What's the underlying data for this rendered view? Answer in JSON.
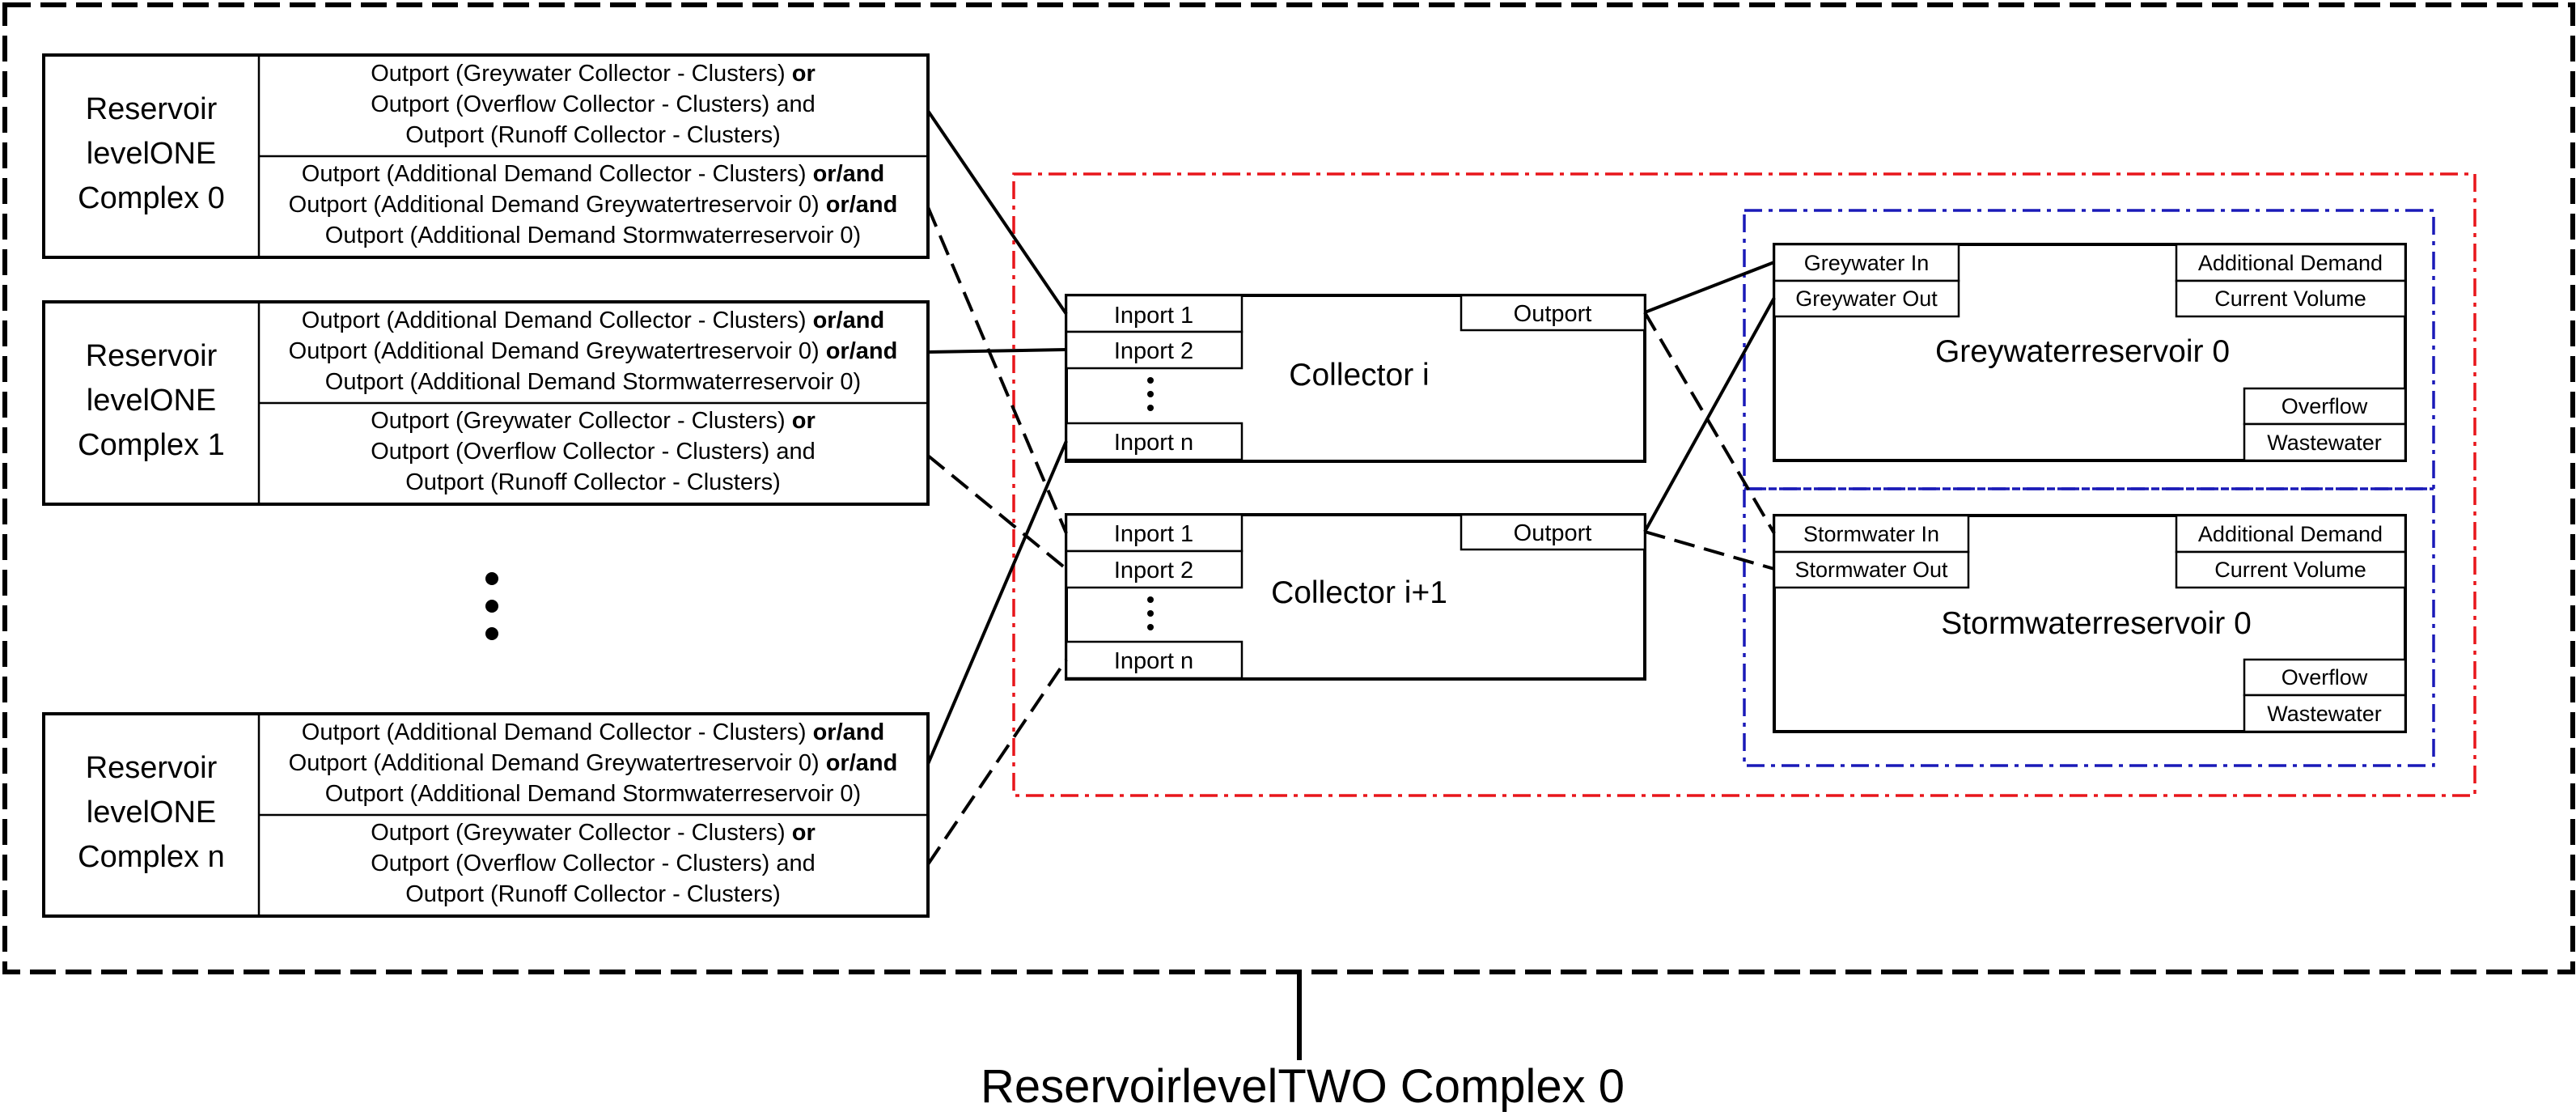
{
  "outer_label": "ReservoirlevelTWO Complex 0",
  "levelone_complexes": [
    {
      "name": [
        "Reservoir",
        "levelONE",
        "Complex 0"
      ],
      "top_cell": [
        [
          "Outport (Greywater Collector - Clusters) ",
          "or"
        ],
        [
          "Outport (Overflow Collector - Clusters) and",
          ""
        ],
        [
          "Outport (Runoff Collector - Clusters)",
          ""
        ]
      ],
      "bottom_cell": [
        [
          "Outport (Additional Demand Collector - Clusters) ",
          "or/and"
        ],
        [
          "Outport (Additional Demand Greywatertreservoir 0) ",
          "or/and"
        ],
        [
          "Outport (Additional Demand Stormwaterreservoir 0)",
          ""
        ]
      ]
    },
    {
      "name": [
        "Reservoir",
        "levelONE",
        "Complex 1"
      ],
      "top_cell": [
        [
          "Outport (Additional Demand Collector - Clusters) ",
          "or/and"
        ],
        [
          "Outport (Additional Demand Greywatertreservoir 0) ",
          "or/and"
        ],
        [
          "Outport (Additional Demand Stormwaterreservoir 0)",
          ""
        ]
      ],
      "bottom_cell": [
        [
          "Outport (Greywater Collector - Clusters) ",
          "or"
        ],
        [
          "Outport (Overflow Collector - Clusters) and",
          ""
        ],
        [
          "Outport (Runoff Collector - Clusters)",
          ""
        ]
      ]
    },
    {
      "name": [
        "Reservoir",
        "levelONE",
        "Complex n"
      ],
      "top_cell": [
        [
          "Outport (Additional Demand Collector - Clusters) ",
          "or/and"
        ],
        [
          "Outport (Additional Demand Greywatertreservoir 0) ",
          "or/and"
        ],
        [
          "Outport (Additional Demand Stormwaterreservoir 0)",
          ""
        ]
      ],
      "bottom_cell": [
        [
          "Outport (Greywater Collector - Clusters) ",
          "or"
        ],
        [
          "Outport (Overflow Collector - Clusters) and",
          ""
        ],
        [
          "Outport (Runoff Collector - Clusters)",
          ""
        ]
      ]
    }
  ],
  "collectors": [
    {
      "name": "Collector i",
      "inports": [
        "Inport 1",
        "Inport 2",
        "Inport n"
      ],
      "outport": "Outport"
    },
    {
      "name": "Collector i+1",
      "inports": [
        "Inport 1",
        "Inport 2",
        "Inport n"
      ],
      "outport": "Outport"
    }
  ],
  "reservoirs": [
    {
      "name": "Greywaterreservoir 0",
      "in_port": "Greywater In",
      "out_port": "Greywater Out",
      "right_top": [
        "Additional Demand",
        "Current Volume"
      ],
      "right_bottom": [
        "Overflow",
        "Wastewater"
      ]
    },
    {
      "name": "Stormwaterreservoir 0",
      "in_port": "Stormwater In",
      "out_port": "Stormwater Out",
      "right_top": [
        "Additional Demand",
        "Current Volume"
      ],
      "right_bottom": [
        "Overflow",
        "Wastewater"
      ]
    }
  ],
  "colors": {
    "line": "#000000",
    "red_group": "#e8161b",
    "blue_group": "#1a1ab8"
  }
}
